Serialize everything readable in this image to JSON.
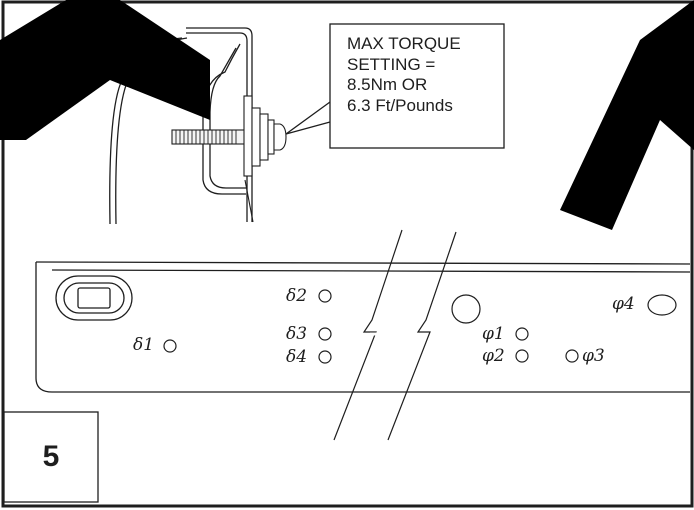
{
  "callout": {
    "lines": [
      "MAX TORQUE",
      "SETTING =",
      "8.5Nm OR",
      "6.3 Ft/Pounds"
    ]
  },
  "step": {
    "number": "5"
  },
  "holes": {
    "d1": "δ1",
    "d2": "δ2",
    "d3": "δ3",
    "d4": "δ4",
    "p1": "φ1",
    "p2": "φ2",
    "p3": "φ3",
    "p4": "φ4"
  },
  "colors": {
    "ink": "#1e1e1e",
    "stamp": "#000000"
  }
}
